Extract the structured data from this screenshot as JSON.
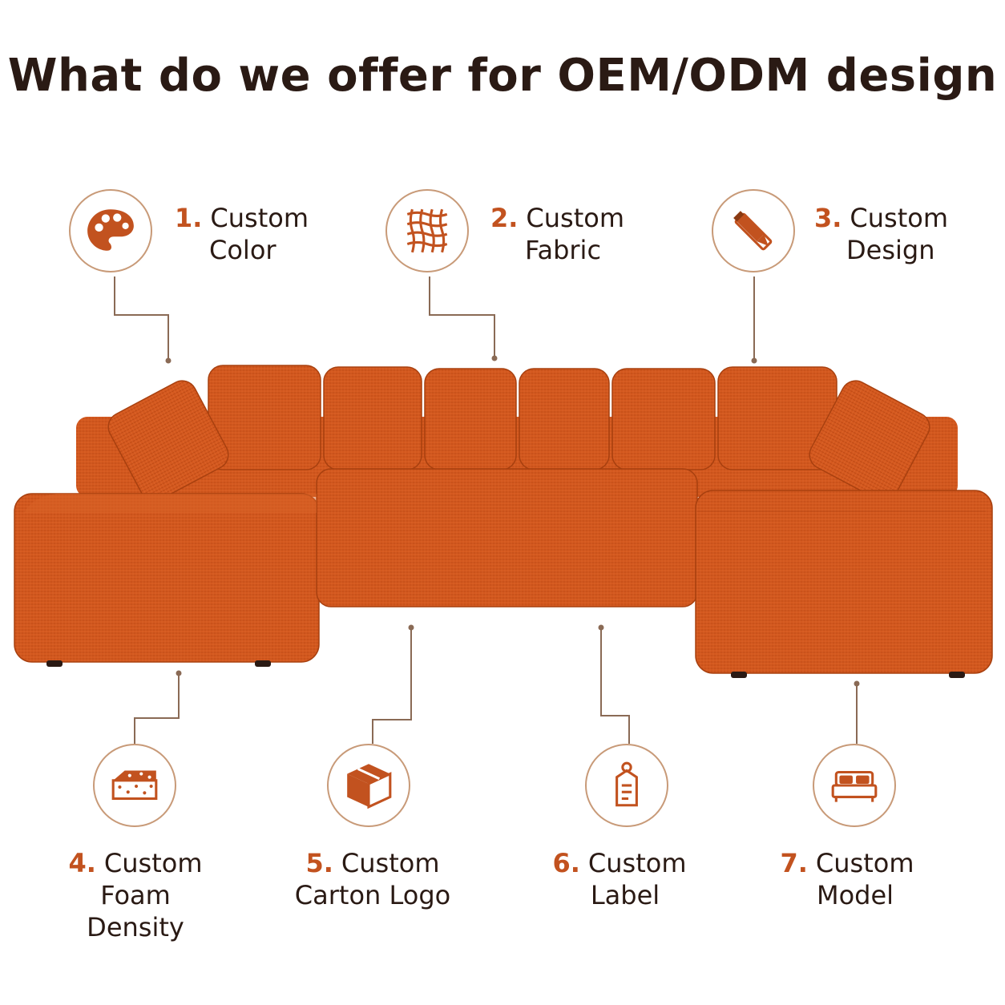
{
  "title": "What do we offer for OEM/ODM design",
  "colors": {
    "accent": "#c2521f",
    "sofa": "#d4591f",
    "text": "#2a1a14",
    "ring": "#c89a78"
  },
  "features": [
    {
      "num": "1.",
      "line1": "Custom",
      "line2": "Color",
      "icon": "palette-icon"
    },
    {
      "num": "2.",
      "line1": "Custom",
      "line2": "Fabric",
      "icon": "fabric-weave-icon"
    },
    {
      "num": "3.",
      "line1": "Custom",
      "line2": "Design",
      "icon": "pencil-ruler-icon"
    },
    {
      "num": "4.",
      "line1": "Custom",
      "line2": "Foam Density",
      "icon": "foam-block-icon"
    },
    {
      "num": "5.",
      "line1": "Custom",
      "line2": "Carton Logo",
      "icon": "carton-box-icon"
    },
    {
      "num": "6.",
      "line1": "Custom",
      "line2": "Label",
      "icon": "tag-label-icon"
    },
    {
      "num": "7.",
      "line1": "Custom",
      "line2": "Model",
      "icon": "bed-sofa-icon"
    }
  ]
}
